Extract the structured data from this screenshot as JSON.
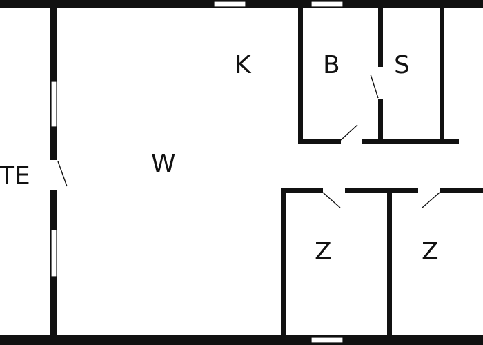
{
  "rooms": {
    "terrace": "TE",
    "living": "W",
    "kitchen": "K",
    "bathroom": "B",
    "storage": "S",
    "bedroom_1": "Z",
    "bedroom_2": "Z"
  },
  "colors": {
    "wall": "#111111",
    "floor": "#ffffff"
  }
}
